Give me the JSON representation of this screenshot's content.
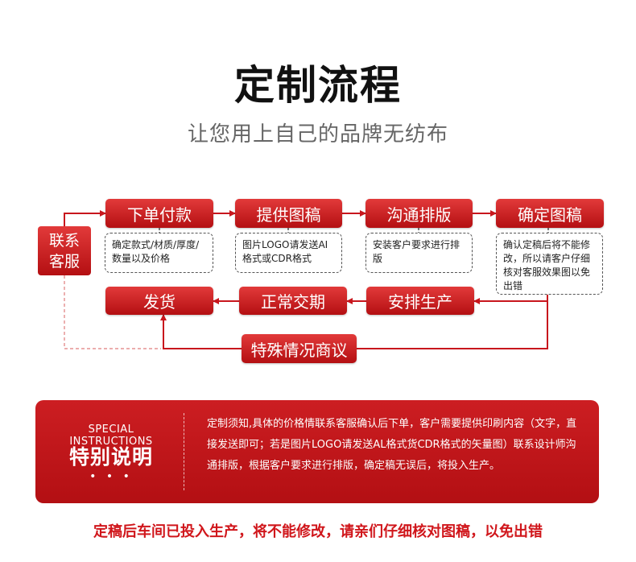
{
  "title": "定制流程",
  "subtitle": "让您用上自己的品牌无纺布",
  "contact": {
    "line1": "联系",
    "line2": "客服"
  },
  "steps": [
    "下单付款",
    "提供图稿",
    "沟通排版",
    "确定图稿",
    "安排生产",
    "正常交期",
    "发货",
    "特殊情况商议"
  ],
  "notes": {
    "order": "确定款式/材质/厚度/数量以及价格",
    "provide": "图片LOGO请发送AI格式或CDR格式",
    "layout": "安装客户要求进行排版",
    "confirm": "确认定稿后将不能修改，所以请客户仔细核对客服效果图以免出错"
  },
  "special": {
    "label_en": "SPECIAL INSTRUCTIONS",
    "label_cn": "特别说明",
    "dots": "• • •",
    "text": "定制须知,具体的价格情联系客服确认后下单，客户需要提供印刷内容（文字，直接发送即可；若是图片LOGO请发送AL格式货CDR格式的矢量图）联系设计师沟通排版，根据客户要求进行排版，确定稿无误后，将投入生产。"
  },
  "footer": "定稿后车间已投入生产，将不能修改，请亲们仔细核对图稿，以免出错",
  "colors": {
    "accent": "#c8161d",
    "text": "#111111",
    "subtitle": "#666666"
  }
}
